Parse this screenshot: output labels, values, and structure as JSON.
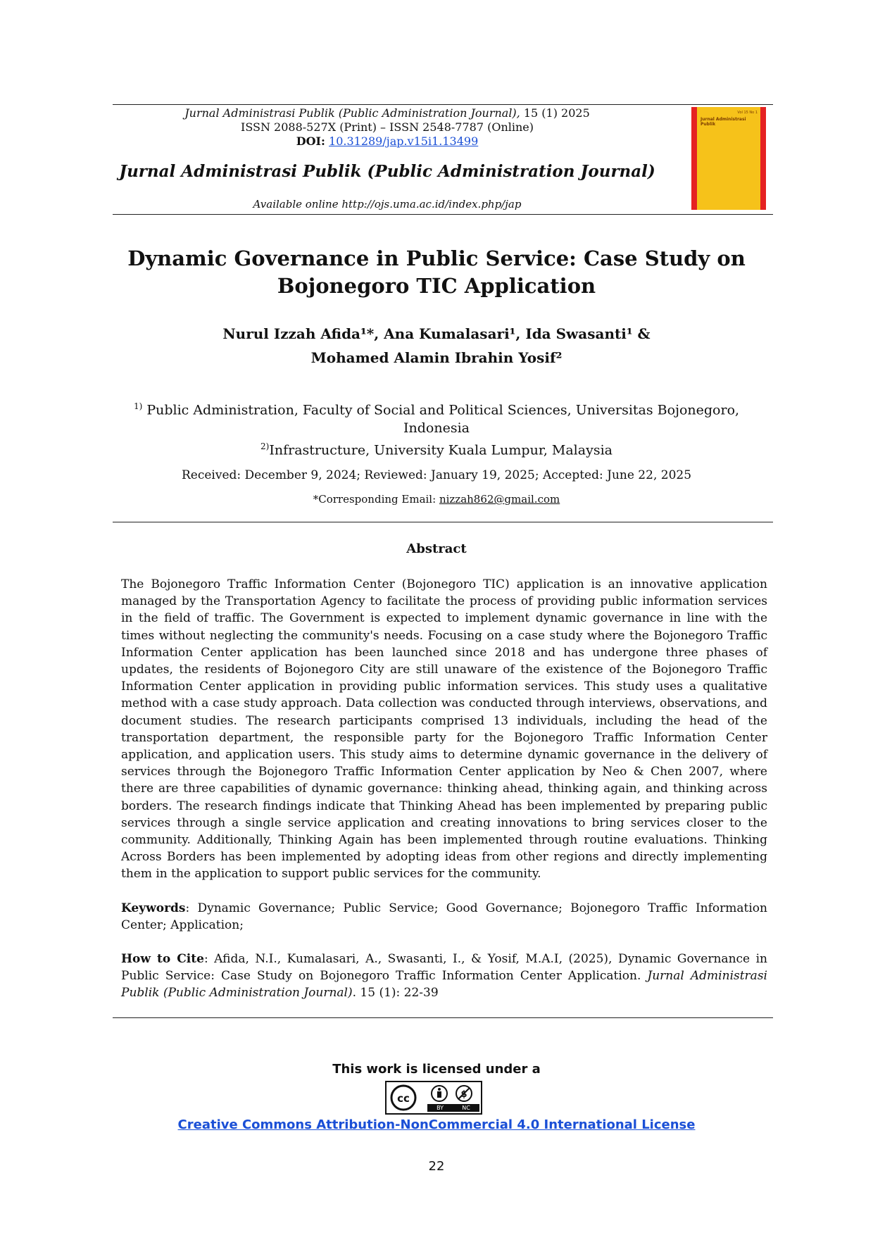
{
  "header": {
    "citation_italic": "Jurnal Administrasi Publik (Public Administration Journal),",
    "citation_rest": " 15 (1) 2025",
    "issn": "ISSN 2088-527X (Print) – ISSN 2548-7787 (Online)",
    "doi_label": "DOI:",
    "doi_value": "10.31289/jap.v15i1.13499",
    "journal_name": "Jurnal Administrasi Publik (Public Administration Journal)",
    "available": "Available online http://ojs.uma.ac.id/index.php/jap",
    "cover_tag": "Vol 15 No 1",
    "cover_title": "Jurnal Administrasi Publik"
  },
  "article": {
    "title_line1": "Dynamic Governance in Public Service: Case Study on",
    "title_line2": "Bojonegoro TIC Application",
    "authors_line1": "Nurul Izzah Afida¹*, Ana Kumalasari¹, Ida Swasanti¹ &",
    "authors_line2": "Mohamed Alamin Ibrahin Yosif²",
    "aff1_sup": "1)",
    "aff1": " Public Administration, Faculty of Social and Political Sciences, Universitas Bojonegoro,",
    "aff1_cont": "Indonesia",
    "aff2_sup": "2)",
    "aff2": "Infrastructure, University Kuala Lumpur, Malaysia",
    "dates": "Received: December 9, 2024; Reviewed: January 19, 2025; Accepted: June 22, 2025",
    "corr_label": "*Corresponding Email: ",
    "corr_email": "nizzah862@gmail.com"
  },
  "abstract": {
    "heading": "Abstract",
    "text": "The Bojonegoro Traffic Information Center (Bojonegoro TIC) application is an innovative application managed by the Transportation Agency to facilitate the process of providing public information services in the field of traffic. The Government is expected to implement dynamic governance in line with the times without neglecting the community's needs. Focusing on a case study where the Bojonegoro Traffic Information Center application has been launched since 2018 and has undergone three phases of updates, the residents of Bojonegoro City are still unaware of the existence of the Bojonegoro Traffic Information Center application in providing public information services. This study uses a qualitative method with a case study approach. Data collection was conducted through interviews, observations, and document studies. The research participants comprised 13 individuals, including the head of the transportation department, the responsible party for the Bojonegoro Traffic Information Center application, and application users. This study aims to determine dynamic governance in the delivery of services through the Bojonegoro Traffic Information Center application by Neo & Chen 2007, where there are three capabilities of dynamic governance: thinking ahead, thinking again, and thinking across borders. The research findings indicate that Thinking Ahead has been implemented by preparing public services through a single service application and creating innovations to bring services closer to the community. Additionally, Thinking Again has been implemented through routine evaluations. Thinking Across Borders has been implemented by adopting ideas from other regions and directly implementing them in the application to support public services for the community.",
    "keywords_label": "Keywords",
    "keywords": ": Dynamic Governance; Public Service; Good Governance; Bojonegoro Traffic Information Center; Application;",
    "cite_label": "How to Cite",
    "cite_text": ": Afida, N.I., Kumalasari, A., Swasanti, I., & Yosif, M.A.I, (2025), Dynamic Governance in Public Service: Case Study on Bojonegoro Traffic Information Center Application. ",
    "cite_journal": "Jurnal Administrasi Publik (Public Administration Journal)",
    "cite_end": ". 15 (1): 22-39"
  },
  "footer": {
    "license_intro": "This work is licensed under a",
    "cc_by": "BY",
    "cc_nc": "NC",
    "license_link": "Creative Commons Attribution-NonCommercial 4.0 International License",
    "page_number": "22"
  }
}
